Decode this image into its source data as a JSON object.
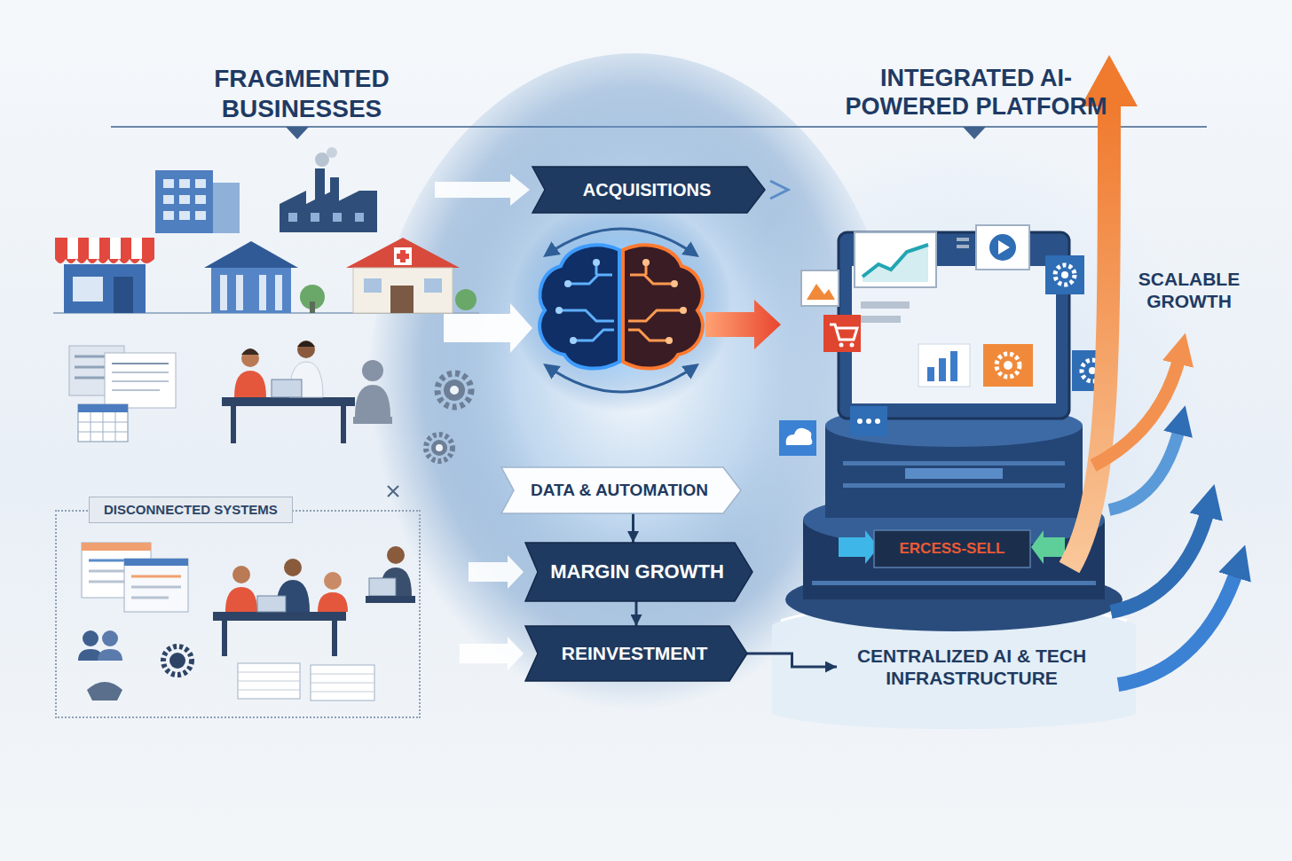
{
  "diagram": {
    "nodes": [
      {
        "text": [
          "ACQUISITIONS"
        ]
      },
      {
        "text": [
          "DISCONNECTED SYSTEMS"
        ]
      },
      {
        "text": [
          "DATA & AUTOMATION"
        ]
      },
      {
        "text": [
          "MARGIN GROWTH"
        ]
      },
      {
        "text": [
          "REINVESTMENT"
        ]
      },
      {
        "text": [
          "ERCESS-SELL"
        ]
      },
      {
        "text": [
          "CENTRALIZED AI & TECH INFRASTRUCTURE"
        ]
      }
    ],
    "edges": [
      {
        "from": 2,
        "to": 3,
        "arrow": "to"
      },
      {
        "from": 3,
        "to": 4,
        "arrow": "to"
      },
      {
        "from": 4,
        "to": 6,
        "arrow": "to"
      }
    ],
    "labels": [
      "FRAGMENTED BUSINESSES",
      "INTEGRATED AI-POWERED PLATFORM",
      "SCALABLE GROWTH"
    ]
  }
}
